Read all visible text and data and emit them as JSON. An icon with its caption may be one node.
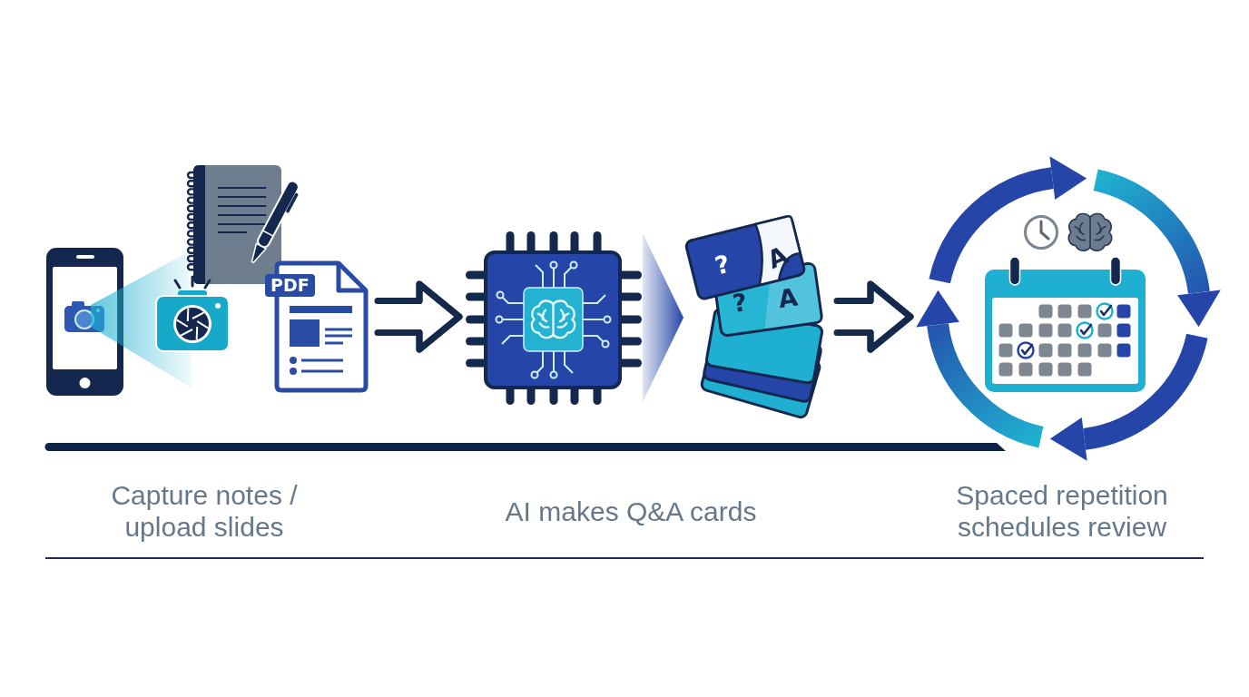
{
  "diagram": {
    "nodes": [
      {
        "text": [],
        "shape": "picture"
      },
      {
        "text": [],
        "shape": "picture"
      },
      {
        "text": [],
        "shape": "picture"
      },
      {
        "text": [
          "PDF"
        ]
      },
      {
        "text": [],
        "shape": "picture"
      },
      {
        "text": [
          "?",
          "A",
          "?",
          "A"
        ]
      },
      {
        "text": [],
        "shape": "picture"
      }
    ],
    "edges": [
      {
        "from": 3,
        "to": 4,
        "arrow": "to"
      },
      {
        "from": 4,
        "to": 5,
        "arrow": "to",
        "style": "thick",
        "color": "#2546a8"
      },
      {
        "from": 5,
        "to": 6,
        "arrow": "to"
      }
    ],
    "labels": [
      "Capture notes / upload slides",
      "AI makes Q&A cards",
      "Spaced repetition schedules review"
    ]
  }
}
